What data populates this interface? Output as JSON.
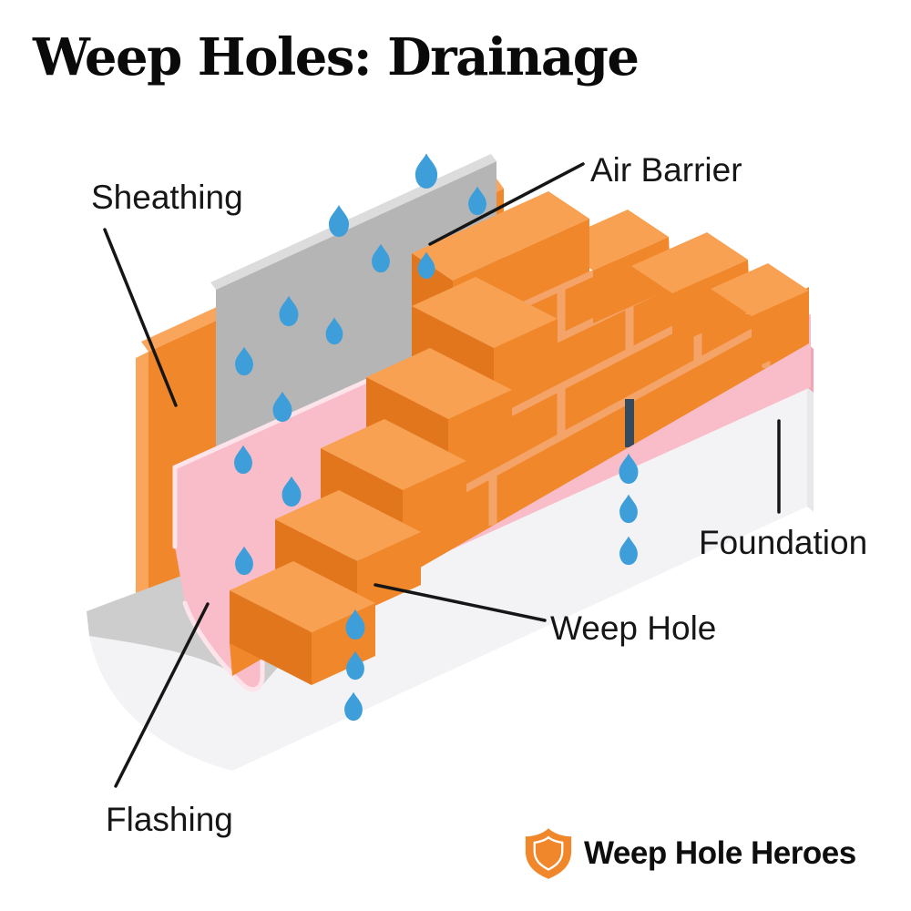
{
  "title": "Weep Holes: Drainage",
  "labels": {
    "sheathing": "Sheathing",
    "air_barrier": "Air Barrier",
    "foundation": "Foundation",
    "weep_hole": "Weep Hole",
    "flashing": "Flashing"
  },
  "logo": {
    "text": "Weep Hole Heroes",
    "icon": "shield-icon"
  },
  "diagram": {
    "weep_hole_count": 2,
    "droplet_count": 18
  },
  "colors": {
    "brick_face": "#F0872A",
    "brick_top": "#F8A152",
    "brick_side": "#E2761C",
    "mortar": "#F4A469",
    "sheathing_face": "#F0872A",
    "sheathing_edge": "#F9A55B",
    "barrier": "#B5B5B5",
    "barrier_edge": "#DCDCDC",
    "flashing": "#F9BDC9",
    "flashing_edge": "#FCE4EA",
    "flashing_side": "#F2A5B5",
    "foundation_top": "#CDCDCE",
    "foundation_front": "#F3F3F5",
    "foundation_side": "#E8E8EB",
    "droplet": "#3D9EDA",
    "weep_slot": "#364A5E",
    "text": "#161616",
    "accent": "#F0872A"
  }
}
